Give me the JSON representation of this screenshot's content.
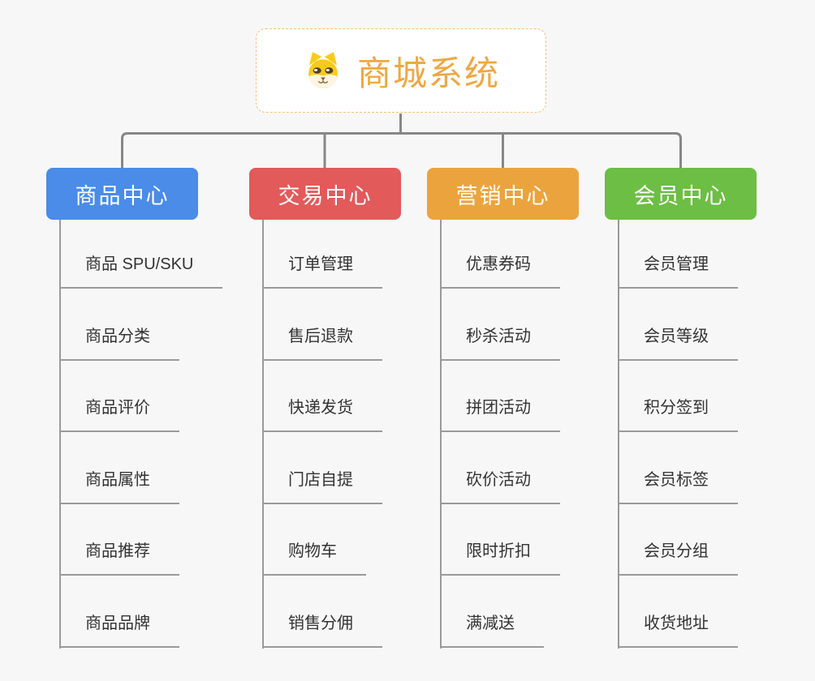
{
  "canvas": {
    "background": "#f7f7f7",
    "connector_color": "#878787",
    "leaf_line_color": "#9a9a9a",
    "leaf_text_color": "#333333"
  },
  "root": {
    "title": "商城系统",
    "icon": "dog-face-icon",
    "text_color": "#efa742",
    "border_color": "#f2c178",
    "background": "#ffffff"
  },
  "branches": [
    {
      "label": "商品中心",
      "color": "#4a8ce8",
      "items": [
        "商品 SPU/SKU",
        "商品分类",
        "商品评价",
        "商品属性",
        "商品推荐",
        "商品品牌"
      ]
    },
    {
      "label": "交易中心",
      "color": "#e25a5a",
      "items": [
        "订单管理",
        "售后退款",
        "快递发货",
        "门店自提",
        "购物车",
        "销售分佣"
      ]
    },
    {
      "label": "营销中心",
      "color": "#eba43d",
      "items": [
        "优惠券码",
        "秒杀活动",
        "拼团活动",
        "砍价活动",
        "限时折扣",
        "满减送"
      ]
    },
    {
      "label": "会员中心",
      "color": "#6cbe44",
      "items": [
        "会员管理",
        "会员等级",
        "积分签到",
        "会员标签",
        "会员分组",
        "收货地址"
      ]
    }
  ]
}
